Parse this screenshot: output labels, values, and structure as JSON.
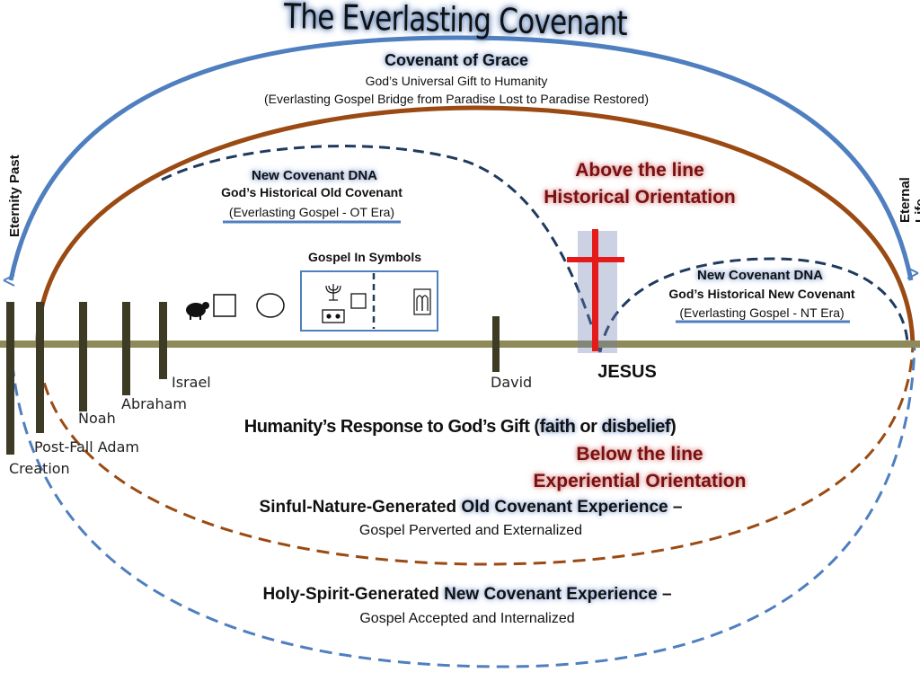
{
  "title": "The Everlasting Covenant",
  "covenant_of_grace": {
    "heading": "Covenant of Grace",
    "line1": "God’s Universal Gift to Humanity",
    "line2": "(Everlasting Gospel Bridge from  Paradise Lost to Paradise Restored)"
  },
  "side_labels": {
    "left": "Eternity Past",
    "right": "Eternal Life"
  },
  "old_covenant_box": {
    "heading": "New Covenant DNA",
    "line1": "God’s Historical Old Covenant",
    "line2": "(Everlasting Gospel - OT Era)"
  },
  "new_covenant_box": {
    "heading": "New Covenant DNA",
    "line1": "God’s Historical New Covenant",
    "line2": "(Everlasting Gospel - NT Era)"
  },
  "above_line": {
    "line1": "Above the line",
    "line2": "Historical Orientation"
  },
  "below_line": {
    "line1": "Below the line",
    "line2": "Experiential Orientation"
  },
  "gospel_symbols": {
    "label": "Gospel In Symbols"
  },
  "jesus": "JESUS",
  "timeline": {
    "creation": "Creation",
    "adam": "Post-Fall Adam",
    "noah": "Noah",
    "abraham": "Abraham",
    "israel": "Israel",
    "david": "David"
  },
  "response": {
    "prefix": "Humanity’s Response to God’s Gift (",
    "faith": "faith",
    "or": " or ",
    "disbelief": "disbelief",
    "suffix": ")"
  },
  "sinful": {
    "prefix": "Sinful-Nature-Generated ",
    "highlight": "Old Covenant Experience",
    "dash": " –",
    "sub": "Gospel Perverted and Externalized"
  },
  "holy": {
    "prefix": "Holy-Spirit-Generated ",
    "highlight": "New Covenant Experience",
    "dash": "  –",
    "sub": "Gospel Accepted and Internalized"
  },
  "colors": {
    "blue": "#4f7fbf",
    "brown": "#9a4a12",
    "navy": "#1f3a5f",
    "olive": "#8f8a5a",
    "post": "#3d3a26",
    "cross": "#e51b1b"
  }
}
